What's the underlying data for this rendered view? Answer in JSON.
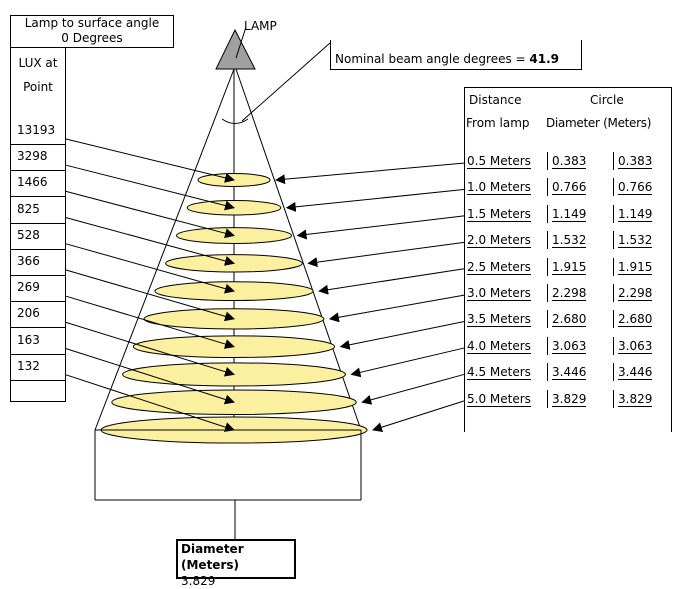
{
  "angle_box": {
    "line1": "Lamp to surface angle",
    "line2": "0 Degrees"
  },
  "lamp_label": "LAMP",
  "beam": {
    "label": "Nominal beam angle degrees = ",
    "value": "41.9"
  },
  "lux": {
    "header_line1": "LUX at",
    "header_line2": "Point",
    "values": [
      "13193",
      "3298",
      "1466",
      "825",
      "528",
      "366",
      "269",
      "206",
      "163",
      "132"
    ]
  },
  "distance_table": {
    "header_col1_line1": "Distance",
    "header_col1_line2": "From lamp",
    "header_col2_line1": "Circle",
    "header_col2_line2": "Diameter (Meters)",
    "rows": [
      {
        "distance": "0.5 Meters",
        "d1": "0.383",
        "d2": "0.383"
      },
      {
        "distance": "1.0 Meters",
        "d1": "0.766",
        "d2": "0.766"
      },
      {
        "distance": "1.5 Meters",
        "d1": "1.149",
        "d2": "1.149"
      },
      {
        "distance": "2.0 Meters",
        "d1": "1.532",
        "d2": "1.532"
      },
      {
        "distance": "2.5 Meters",
        "d1": "1.915",
        "d2": "1.915"
      },
      {
        "distance": "3.0 Meters",
        "d1": "2.298",
        "d2": "2.298"
      },
      {
        "distance": "3.5 Meters",
        "d1": "2.680",
        "d2": "2.680"
      },
      {
        "distance": "4.0 Meters",
        "d1": "3.063",
        "d2": "3.063"
      },
      {
        "distance": "4.5 Meters",
        "d1": "3.446",
        "d2": "3.446"
      },
      {
        "distance": "5.0 Meters",
        "d1": "3.829",
        "d2": "3.829"
      }
    ]
  },
  "diameter_box": {
    "label": "Diameter (Meters)",
    "value": "3.829"
  },
  "colors": {
    "ellipse_fill": "#fbf0a0",
    "lamp_fill": "#a0a0a0"
  }
}
